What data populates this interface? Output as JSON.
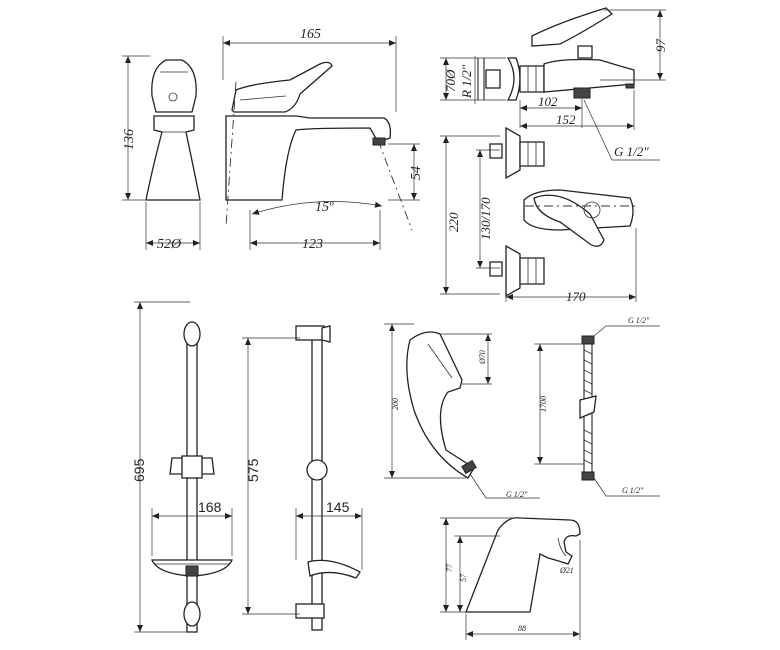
{
  "basin_mixer": {
    "height": "136",
    "base_diameter": "52Ø",
    "length": "165",
    "spout_height": "54",
    "angle": "15º",
    "reach": "123"
  },
  "bath_mixer": {
    "height": "97",
    "flange_diameter": "70Ø",
    "inlet_thread": "R 1/2\"",
    "spout_offset": "102",
    "spout_length": "152",
    "outlet_thread": "G 1/2\"",
    "wall_offset": "220",
    "centers": "130/170",
    "width": "170"
  },
  "slide_bar": {
    "length": "695",
    "soap_dish_width": "168"
  },
  "riser_rail": {
    "length": "575",
    "depth": "145"
  },
  "hand_shower": {
    "length": "200",
    "head_diameter": "Ø70",
    "thread": "G 1/2\""
  },
  "hose": {
    "thread_top": "G 1/2\"",
    "length": "1700",
    "thread_bottom": "G 1/2\""
  },
  "wall_bracket": {
    "height": "77",
    "inner_height": "57",
    "hole": "Ø21",
    "depth": "88"
  }
}
